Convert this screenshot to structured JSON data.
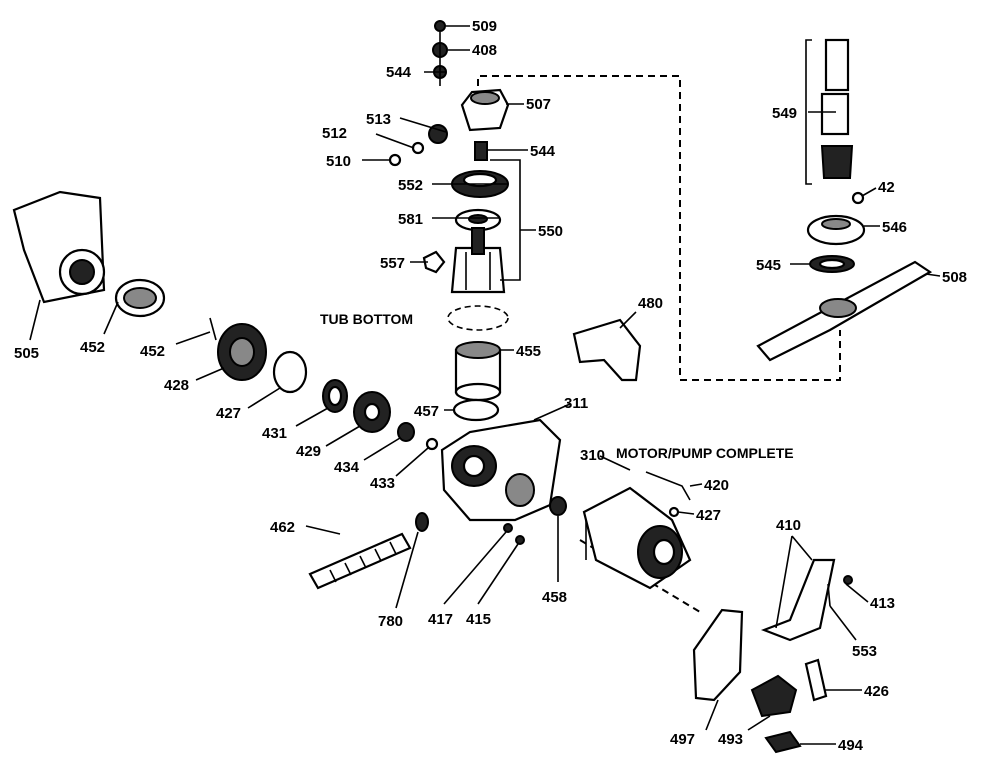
{
  "captions": {
    "tub_bottom": "TUB BOTTOM",
    "motor_pump": "MOTOR/PUMP COMPLETE"
  },
  "labels": {
    "p509": "509",
    "p408": "408",
    "p544a": "544",
    "p507": "507",
    "p513": "513",
    "p512": "512",
    "p510": "510",
    "p544b": "544",
    "p552": "552",
    "p581": "581",
    "p550": "550",
    "p557": "557",
    "p549": "549",
    "p42": "42",
    "p546": "546",
    "p545": "545",
    "p508": "508",
    "p505": "505",
    "p452a": "452",
    "p452b": "452",
    "p428": "428",
    "p427": "427",
    "p431": "431",
    "p429": "429",
    "p434": "434",
    "p433": "433",
    "p455": "455",
    "p457": "457",
    "p480": "480",
    "p311": "311",
    "p310": "310",
    "p420": "420",
    "p427b": "427",
    "p462": "462",
    "p780": "780",
    "p417": "417",
    "p415": "415",
    "p458": "458",
    "p410": "410",
    "p413": "413",
    "p553": "553",
    "p426": "426",
    "p497": "497",
    "p493": "493",
    "p494": "494"
  }
}
